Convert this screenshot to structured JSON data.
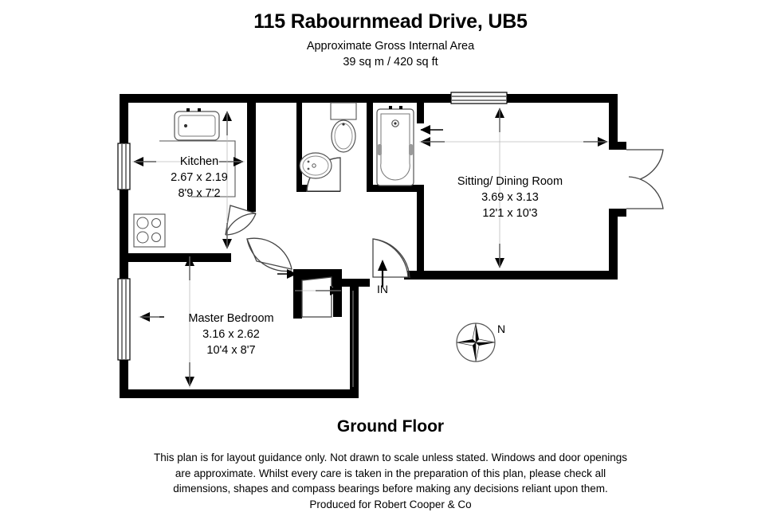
{
  "header": {
    "title": "115 Rabournmead Drive, UB5",
    "area_caption": "Approximate Gross Internal Area",
    "area_value": "39 sq m / 420 sq ft"
  },
  "plan": {
    "floor_label": "Ground Floor",
    "entry_label": "IN",
    "compass_label": "N",
    "rooms": [
      {
        "id": "kitchen",
        "name": "Kitchen",
        "metric": "2.67 x 2.19",
        "imperial": "8'9 x 7'2"
      },
      {
        "id": "sitting-dining-room",
        "name": "Sitting/ Dining Room",
        "metric": "3.69 x 3.13",
        "imperial": "12'1 x 10'3"
      },
      {
        "id": "master-bedroom",
        "name": "Master Bedroom",
        "metric": "3.16 x 2.62",
        "imperial": "10'4 x 8'7"
      }
    ],
    "fixtures": [
      "kitchen-sink",
      "kitchen-hob",
      "kitchen-counter",
      "bathroom-wc",
      "bathroom-basin",
      "bathroom-bath"
    ],
    "colors": {
      "wall": "#000000",
      "background": "#ffffff",
      "fixture_outline": "#666666",
      "dimension": "#000000"
    }
  },
  "footer": {
    "line1": "This plan is for layout guidance only. Not drawn to scale unless stated. Windows and door openings",
    "line2": "are approximate. Whilst every care is taken in the preparation of this plan, please check all",
    "line3": "dimensions, shapes and compass bearings before making any decisions reliant upon them.",
    "line4": "Produced for Robert Cooper & Co"
  }
}
